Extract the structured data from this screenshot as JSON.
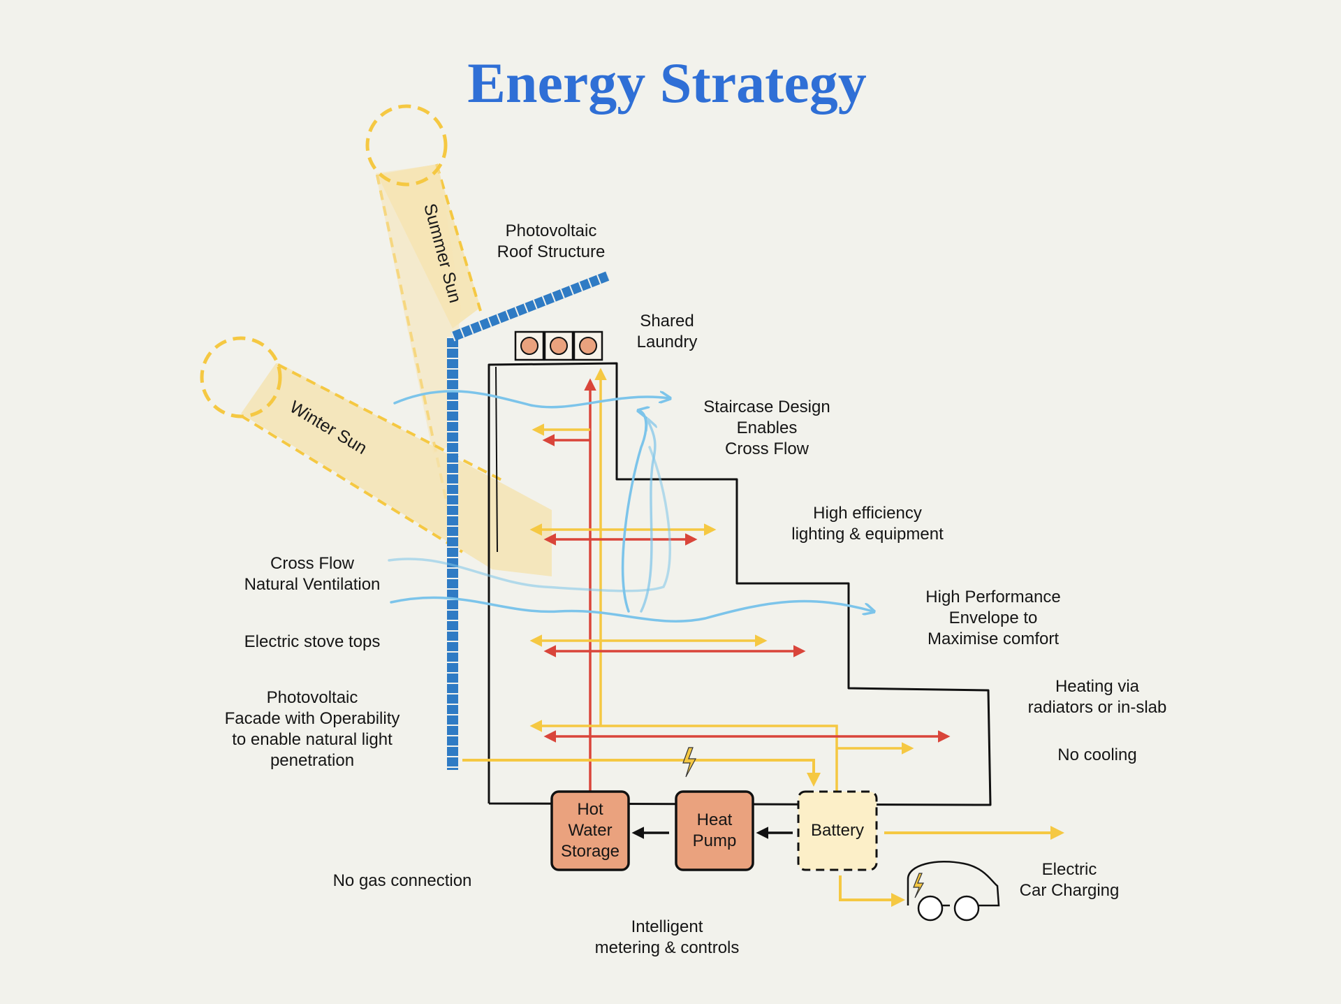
{
  "title": "Energy Strategy",
  "labels": {
    "summer_sun": "Summer Sun",
    "winter_sun": "Winter Sun",
    "pv_roof": "Photovoltaic\nRoof Structure",
    "shared_laundry": "Shared\nLaundry",
    "staircase": "Staircase Design\nEnables\nCross Flow",
    "lighting": "High efficiency\nlighting & equipment",
    "cross_flow": "Cross Flow\nNatural Ventilation",
    "envelope": "High Performance\nEnvelope to\nMaximise comfort",
    "stove": "Electric stove tops",
    "pv_facade": "Photovoltaic\nFacade with Operability\nto enable natural light\npenetration",
    "heating": "Heating via\nradiators or in-slab",
    "no_cooling": "No cooling",
    "no_gas": "No gas connection",
    "ev_charging": "Electric\nCar Charging",
    "metering": "Intelligent\nmetering & controls"
  },
  "equipment": {
    "hot_water": "Hot\nWater\nStorage",
    "heat_pump": "Heat\nPump",
    "battery": "Battery"
  },
  "colors": {
    "title": "#2f6fd6",
    "solar_yellow": "#f5c842",
    "sun_band": "#f5e4b4",
    "heat_red": "#d9453a",
    "air_blue": "#7cc4ea",
    "pv_blue": "#2f7bc4",
    "equipment_fill": "#eaa27e",
    "battery_fill": "#fcefc8"
  },
  "icons": [
    "sun-icon",
    "lightning-icon",
    "car-icon",
    "washing-machine-icon"
  ]
}
